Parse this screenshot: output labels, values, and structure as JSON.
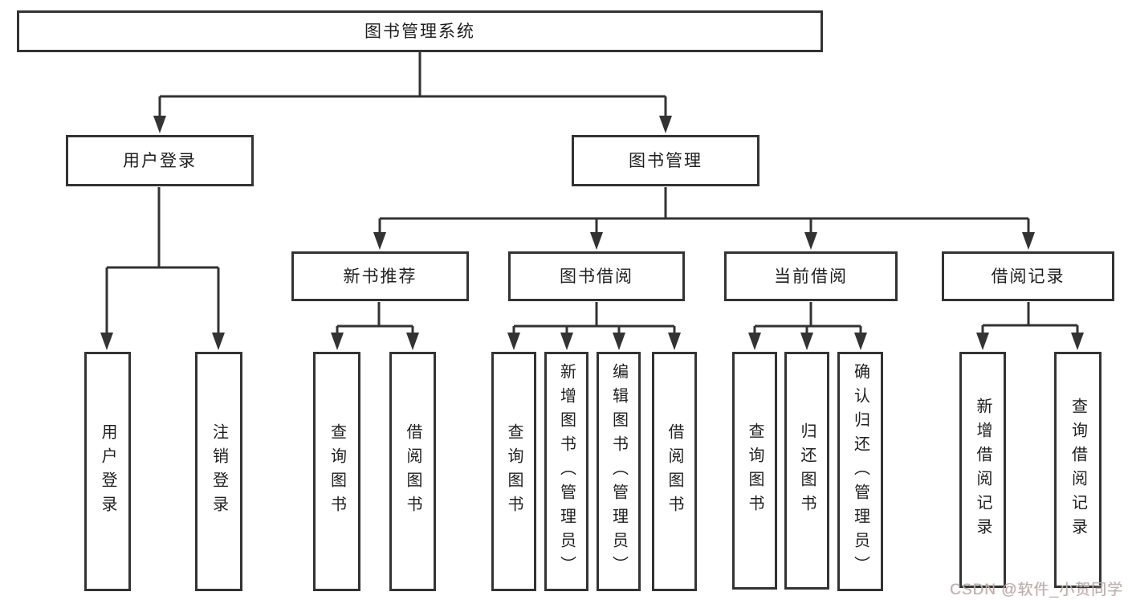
{
  "diagram": {
    "title": "图书管理系统",
    "root": {
      "label": "图书管理系统"
    },
    "level2": [
      {
        "label": "用户登录"
      },
      {
        "label": "图书管理"
      }
    ],
    "level3": [
      {
        "label": "新书推荐"
      },
      {
        "label": "图书借阅"
      },
      {
        "label": "当前借阅"
      },
      {
        "label": "借阅记录"
      }
    ],
    "leaves": [
      {
        "label": "用户登录",
        "parent": "用户登录"
      },
      {
        "label": "注销登录",
        "parent": "用户登录"
      },
      {
        "label": "查询图书",
        "parent": "新书推荐"
      },
      {
        "label": "借阅图书",
        "parent": "新书推荐"
      },
      {
        "label": "查询图书",
        "parent": "图书借阅"
      },
      {
        "label": "新增图书（管理员）",
        "parent": "图书借阅"
      },
      {
        "label": "编辑图书（管理员）",
        "parent": "图书借阅"
      },
      {
        "label": "借阅图书",
        "parent": "图书借阅"
      },
      {
        "label": "查询图书",
        "parent": "当前借阅"
      },
      {
        "label": "归还图书",
        "parent": "当前借阅"
      },
      {
        "label": "确认归还（管理员）",
        "parent": "当前借阅"
      },
      {
        "label": "新增借阅记录",
        "parent": "借阅记录"
      },
      {
        "label": "查询借阅记录",
        "parent": "借阅记录"
      }
    ]
  },
  "watermark": {
    "text": "CSDN @软件_小贺同学"
  },
  "colors": {
    "line": "#333333",
    "text": "#1f1f1f",
    "watermark": "#b3b3b3",
    "background": "#ffffff"
  }
}
